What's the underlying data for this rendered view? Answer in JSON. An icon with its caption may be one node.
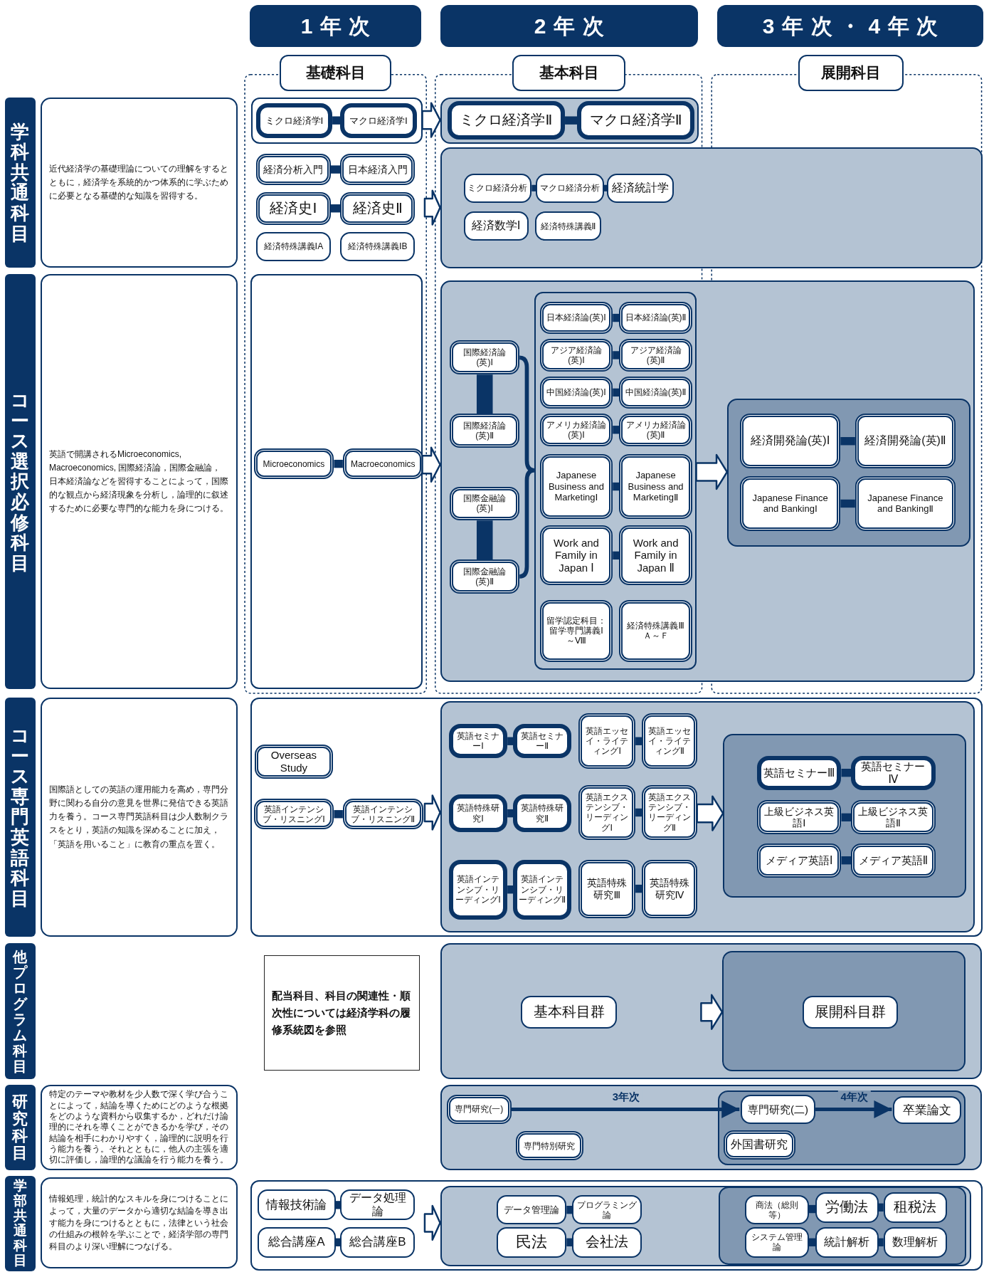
{
  "diagram": {
    "nodes": [
      {
        "text": [
          "1年次"
        ]
      },
      {
        "text": [
          "2年次"
        ]
      },
      {
        "text": [
          "3年次・4年次"
        ]
      },
      {
        "text": [
          "基礎科目"
        ]
      },
      {
        "text": [
          "基本科目"
        ]
      },
      {
        "text": [
          "展開科目"
        ]
      },
      {
        "text": [
          "学科共通科目"
        ]
      },
      {
        "text": [
          "近代経済学の基礎理論についての理解をするとともに，経済学を系統的かつ体系的に学ぶために必要となる基礎的な知識を習得する。"
        ]
      },
      {
        "text": [],
        "shape": "box"
      },
      {
        "text": [
          "ミクロ経済学Ⅰ"
        ],
        "in": 8
      },
      {
        "text": [
          "マクロ経済学Ⅰ"
        ],
        "in": 8
      },
      {
        "text": [],
        "shape": "box"
      },
      {
        "text": [
          "ミクロ経済学Ⅱ"
        ],
        "in": 11
      },
      {
        "text": [
          "マクロ経済学Ⅱ"
        ],
        "in": 11
      },
      {
        "text": [
          "経済分析入門"
        ]
      },
      {
        "text": [
          "日本経済入門"
        ]
      },
      {
        "text": [
          "経済史Ⅰ"
        ]
      },
      {
        "text": [
          "経済史Ⅱ"
        ]
      },
      {
        "text": [
          "経済特殊講義ⅠA"
        ]
      },
      {
        "text": [
          "経済特殊講義ⅠB"
        ]
      },
      {
        "text": [],
        "shape": "box"
      },
      {
        "text": [
          "ミクロ経済分析"
        ],
        "in": 20
      },
      {
        "text": [
          "マクロ経済分析"
        ],
        "in": 20
      },
      {
        "text": [
          "経済統計学"
        ],
        "in": 20
      },
      {
        "text": [
          "経済数学Ⅰ"
        ],
        "in": 20
      },
      {
        "text": [
          "経済特殊講義Ⅱ"
        ],
        "in": 20
      },
      {
        "text": [
          "コース選択必修科目"
        ]
      },
      {
        "text": [
          "英語で開講されるMicroeconomics, Macroeconomics, 国際経済論，国際金融論，日本経済論などを習得することによって，国際的な観点から経済現象を分析し，論理的に叙述するために必要な専門的な能力を身につける。"
        ]
      },
      {
        "text": [],
        "shape": "box"
      },
      {
        "text": [
          "Microeconomics"
        ],
        "in": 28
      },
      {
        "text": [
          "Macroeconomics"
        ],
        "in": 28
      },
      {
        "text": [],
        "shape": "box"
      },
      {
        "text": [
          "国際経済論(英)Ⅰ"
        ],
        "in": 31
      },
      {
        "text": [
          "国際経済論(英)Ⅱ"
        ],
        "in": 31
      },
      {
        "text": [
          "国際金融論(英)Ⅰ"
        ],
        "in": 31
      },
      {
        "text": [
          "国際金融論(英)Ⅱ"
        ],
        "in": 31
      },
      {
        "text": [],
        "shape": "box",
        "in": 31
      },
      {
        "text": [
          "日本経済論(英)Ⅰ"
        ],
        "in": 36
      },
      {
        "text": [
          "日本経済論(英)Ⅱ"
        ],
        "in": 36
      },
      {
        "text": [
          "アジア経済論(英)Ⅰ"
        ],
        "in": 36
      },
      {
        "text": [
          "アジア経済論(英)Ⅱ"
        ],
        "in": 36
      },
      {
        "text": [
          "中国経済論(英)Ⅰ"
        ],
        "in": 36
      },
      {
        "text": [
          "中国経済論(英)Ⅱ"
        ],
        "in": 36
      },
      {
        "text": [
          "アメリカ経済論(英)Ⅰ"
        ],
        "in": 36
      },
      {
        "text": [
          "アメリカ経済論(英)Ⅱ"
        ],
        "in": 36
      },
      {
        "text": [
          "Japanese Business and MarketingⅠ"
        ],
        "in": 36
      },
      {
        "text": [
          "Japanese Business and MarketingⅡ"
        ],
        "in": 36
      },
      {
        "text": [
          "Work and Family in Japan Ⅰ"
        ],
        "in": 36
      },
      {
        "text": [
          "Work and Family in Japan Ⅱ"
        ],
        "in": 36
      },
      {
        "text": [
          "留学認定科目：留学専門講義Ⅰ～Ⅷ"
        ],
        "in": 36
      },
      {
        "text": [
          "経済特殊講義ⅢＡ～Ｆ"
        ],
        "in": 36
      },
      {
        "text": [],
        "shape": "box",
        "in": 31
      },
      {
        "text": [
          "経済開発論(英)Ⅰ"
        ],
        "in": 51
      },
      {
        "text": [
          "経済開発論(英)Ⅱ"
        ],
        "in": 51
      },
      {
        "text": [
          "Japanese Finance and BankingⅠ"
        ],
        "in": 51
      },
      {
        "text": [
          "Japanese Finance and BankingⅡ"
        ],
        "in": 51
      },
      {
        "text": [
          "コース専門英語科目"
        ]
      },
      {
        "text": [
          "国際語としての英語の運用能力を高め，専門分野に関わる自分の意見を世界に発信できる英語力を養う。コース専門英語科目は少人数制クラスをとり，英語の知識を深めることに加え，「英語を用いること」に教育の重点を置く。"
        ]
      },
      {
        "text": [],
        "shape": "box"
      },
      {
        "text": [
          "Overseas Study"
        ],
        "in": 58
      },
      {
        "text": [
          "英語インテンシブ・リスニングⅠ"
        ],
        "in": 58
      },
      {
        "text": [
          "英語インテンシブ・リスニングⅡ"
        ],
        "in": 58
      },
      {
        "text": [],
        "shape": "box",
        "in": 58
      },
      {
        "text": [
          "英語セミナーⅠ"
        ],
        "in": 62
      },
      {
        "text": [
          "英語セミナーⅡ"
        ],
        "in": 62
      },
      {
        "text": [
          "英語エッセイ・ライティングⅠ"
        ],
        "in": 62
      },
      {
        "text": [
          "英語エッセイ・ライティングⅡ"
        ],
        "in": 62
      },
      {
        "text": [
          "英語特殊研究Ⅰ"
        ],
        "in": 62
      },
      {
        "text": [
          "英語特殊研究Ⅱ"
        ],
        "in": 62
      },
      {
        "text": [
          "英語エクステンシブ・リーディングⅠ"
        ],
        "in": 62
      },
      {
        "text": [
          "英語エクステンシブ・リーディングⅡ"
        ],
        "in": 62
      },
      {
        "text": [
          "英語インテンシブ・リーディングⅠ"
        ],
        "in": 62
      },
      {
        "text": [
          "英語インテンシブ・リーディングⅡ"
        ],
        "in": 62
      },
      {
        "text": [
          "英語特殊研究Ⅲ"
        ],
        "in": 62
      },
      {
        "text": [
          "英語特殊研究Ⅳ"
        ],
        "in": 62
      },
      {
        "text": [],
        "shape": "box",
        "in": 62
      },
      {
        "text": [
          "英語セミナーⅢ"
        ],
        "in": 75
      },
      {
        "text": [
          "英語セミナーⅣ"
        ],
        "in": 75
      },
      {
        "text": [
          "上級ビジネス英語Ⅰ"
        ],
        "in": 75
      },
      {
        "text": [
          "上級ビジネス英語Ⅱ"
        ],
        "in": 75
      },
      {
        "text": [
          "メディア英語Ⅰ"
        ],
        "in": 75
      },
      {
        "text": [
          "メディア英語Ⅱ"
        ],
        "in": 75
      },
      {
        "text": [
          "他プログラム科目"
        ]
      },
      {
        "text": [
          "配当科目、科目の関連性・順次性については経済学科の履修系統図を参照"
        ]
      },
      {
        "text": [],
        "shape": "box"
      },
      {
        "text": [
          "基本科目群"
        ],
        "in": 84
      },
      {
        "text": [],
        "shape": "box",
        "in": 84
      },
      {
        "text": [
          "展開科目群"
        ],
        "in": 86
      },
      {
        "text": [
          "研究科目"
        ]
      },
      {
        "text": [
          "特定のテーマや教材を少人数で深く学び合うことによって，結論を導くためにどのような根拠をどのような資料から収集するか，どれだけ論理的にそれを導くことができるかを学び，その結論を相手にわかりやすく，論理的に説明を行う能力を養う。それとともに，他人の主張を適切に評価し，論理的な議論を行う能力を養う。"
        ]
      },
      {
        "text": [],
        "shape": "box"
      },
      {
        "text": [
          "専門研究(一)"
        ],
        "in": 90
      },
      {
        "text": [
          "専門特別研究"
        ],
        "in": 90
      },
      {
        "text": [],
        "shape": "box",
        "in": 90
      },
      {
        "text": [
          "専門研究(二)"
        ],
        "in": 93
      },
      {
        "text": [
          "卒業論文"
        ],
        "in": 93
      },
      {
        "text": [
          "外国書研究"
        ],
        "in": 93
      },
      {
        "text": [
          "学部共通科目"
        ]
      },
      {
        "text": [
          "情報処理，統計的なスキルを身につけることによって，大量のデータから適切な結論を導き出す能力を身につけるとともに，法律という社会の仕組みの根幹を学ぶことで，経済学部の専門科目のより深い理解につなげる。"
        ]
      },
      {
        "text": [],
        "shape": "box"
      },
      {
        "text": [
          "情報技術論"
        ],
        "in": 99
      },
      {
        "text": [
          "データ処理論"
        ],
        "in": 99
      },
      {
        "text": [
          "総合講座A"
        ],
        "in": 99
      },
      {
        "text": [
          "総合講座B"
        ],
        "in": 99
      },
      {
        "text": [],
        "shape": "box",
        "in": 99
      },
      {
        "text": [
          "データ管理論"
        ],
        "in": 104
      },
      {
        "text": [
          "プログラミング論"
        ],
        "in": 104
      },
      {
        "text": [
          "民法"
        ],
        "in": 104
      },
      {
        "text": [
          "会社法"
        ],
        "in": 104
      },
      {
        "text": [],
        "shape": "box",
        "in": 104
      },
      {
        "text": [
          "商法（総則等）"
        ],
        "in": 109
      },
      {
        "text": [
          "労働法"
        ],
        "in": 109
      },
      {
        "text": [
          "租税法"
        ],
        "in": 109
      },
      {
        "text": [
          "システム管理論"
        ],
        "in": 109
      },
      {
        "text": [
          "統計解析"
        ],
        "in": 109
      },
      {
        "text": [
          "数理解析"
        ],
        "in": 109
      }
    ],
    "edges": [
      {
        "from": 8,
        "to": 11,
        "arrow": "to"
      },
      {
        "from": 9,
        "to": 10,
        "arrow": "none"
      },
      {
        "from": 12,
        "to": 13,
        "arrow": "none"
      },
      {
        "from": 14,
        "to": 15,
        "arrow": "none"
      },
      {
        "from": 16,
        "to": 17,
        "arrow": "none"
      },
      {
        "from": null,
        "to": 20,
        "arrow": "to"
      },
      {
        "from": 21,
        "to": 22,
        "arrow": "none"
      },
      {
        "from": 22,
        "to": 23,
        "arrow": "none"
      },
      {
        "from": 28,
        "to": 31,
        "arrow": "to"
      },
      {
        "from": 29,
        "to": 30,
        "arrow": "none"
      },
      {
        "from": 32,
        "to": 33,
        "arrow": "none",
        "style": "thick"
      },
      {
        "from": 34,
        "to": 35,
        "arrow": "none",
        "style": "thick"
      },
      {
        "from": 32,
        "to": 36,
        "arrow": "none"
      },
      {
        "from": 35,
        "to": 36,
        "arrow": "none"
      },
      {
        "from": 37,
        "to": 38,
        "arrow": "none"
      },
      {
        "from": 39,
        "to": 40,
        "arrow": "none"
      },
      {
        "from": 41,
        "to": 42,
        "arrow": "none"
      },
      {
        "from": 43,
        "to": 44,
        "arrow": "none"
      },
      {
        "from": 45,
        "to": 46,
        "arrow": "none"
      },
      {
        "from": 47,
        "to": 48,
        "arrow": "none"
      },
      {
        "from": 36,
        "to": 51,
        "arrow": "to"
      },
      {
        "from": 52,
        "to": 53,
        "arrow": "none"
      },
      {
        "from": 54,
        "to": 55,
        "arrow": "none"
      },
      {
        "from": null,
        "to": 62,
        "arrow": "to"
      },
      {
        "from": 60,
        "to": 61,
        "arrow": "none"
      },
      {
        "from": 63,
        "to": 64,
        "arrow": "none"
      },
      {
        "from": 65,
        "to": 66,
        "arrow": "none"
      },
      {
        "from": 67,
        "to": 68,
        "arrow": "none"
      },
      {
        "from": 69,
        "to": 70,
        "arrow": "none"
      },
      {
        "from": 71,
        "to": 72,
        "arrow": "none"
      },
      {
        "from": 73,
        "to": 74,
        "arrow": "none"
      },
      {
        "from": 70,
        "to": 75,
        "arrow": "to"
      },
      {
        "from": 76,
        "to": 77,
        "arrow": "none"
      },
      {
        "from": 78,
        "to": 79,
        "arrow": "none"
      },
      {
        "from": 80,
        "to": 81,
        "arrow": "none"
      },
      {
        "from": null,
        "to": 86,
        "arrow": "to"
      },
      {
        "from": 91,
        "to": 94,
        "arrow": "to",
        "label": "3年次"
      },
      {
        "from": 94,
        "to": 95,
        "arrow": "to",
        "label": "4年次"
      },
      {
        "from": null,
        "to": 104,
        "arrow": "to"
      },
      {
        "from": 100,
        "to": 101,
        "arrow": "none"
      },
      {
        "from": 102,
        "to": 103,
        "arrow": "none"
      },
      {
        "from": 105,
        "to": 106,
        "arrow": "none"
      },
      {
        "from": 107,
        "to": 108,
        "arrow": "none"
      },
      {
        "from": 110,
        "to": 111,
        "arrow": "none"
      },
      {
        "from": 111,
        "to": 112,
        "arrow": "none"
      },
      {
        "from": 113,
        "to": 114,
        "arrow": "none"
      },
      {
        "from": 114,
        "to": 115,
        "arrow": "none"
      }
    ]
  }
}
